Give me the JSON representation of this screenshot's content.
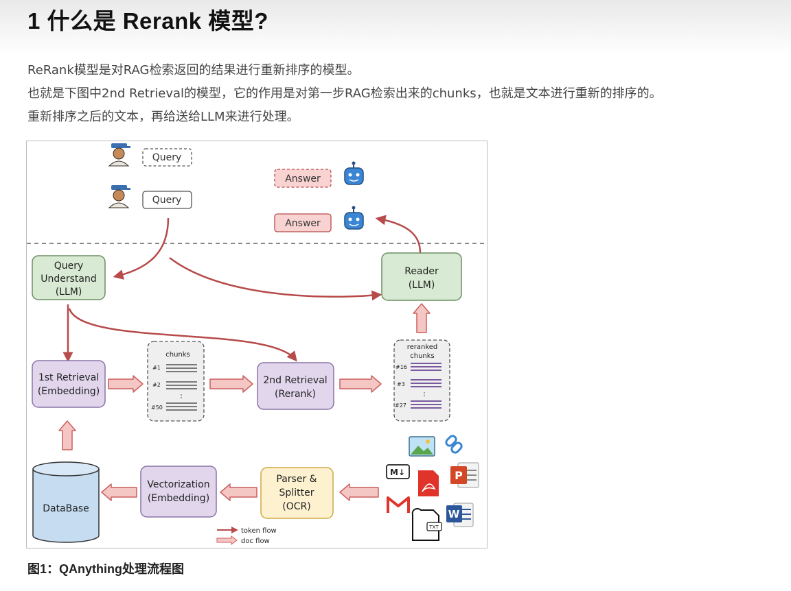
{
  "page": {
    "title": "1 什么是 Rerank 模型?",
    "paragraphs": [
      "ReRank模型是对RAG检索返回的结果进行重新排序的模型。",
      "也就是下图中2nd Retrieval的模型，它的作用是对第一步RAG检索出来的chunks，也就是文本进行重新的排序的。",
      "重新排序之后的文本，再给送给LLM来进行处理。"
    ],
    "caption": "图1：QAnything处理流程图"
  },
  "diagram": {
    "query_label": "Query",
    "answer_label": "Answer",
    "query_understand": [
      "Query",
      "Understand",
      "(LLM)"
    ],
    "reader": [
      "Reader",
      "(LLM)"
    ],
    "first_retrieval": [
      "1st Retrieval",
      "(Embedding)"
    ],
    "second_retrieval": [
      "2nd Retrieval",
      "(Rerank)"
    ],
    "chunks": {
      "title": "chunks",
      "ids": [
        "#1",
        "#2",
        "#50"
      ]
    },
    "reranked": {
      "title": [
        "reranked",
        "chunks"
      ],
      "ids": [
        "#16",
        "#3",
        "#27"
      ]
    },
    "database": "DataBase",
    "vectorization": [
      "Vectorization",
      "(Embedding)"
    ],
    "parser": [
      "Parser &",
      "Splitter",
      "(OCR)"
    ],
    "legend": {
      "token_flow": "token flow",
      "doc_flow": "doc flow"
    },
    "doc_icons": [
      "image-icon",
      "link-icon",
      "markdown-icon",
      "pdf-icon",
      "powerpoint-icon",
      "gmail-icon",
      "txt-file-icon",
      "word-icon"
    ],
    "markdown_text": "M↓",
    "txt_text": "TXT",
    "ppt_letter": "P",
    "word_letter": "W",
    "colors": {
      "token_flow": "#b74a4a",
      "doc_flow_fill": "#f4c7c4",
      "doc_flow_stroke": "#cc5f5f",
      "green_box": "#d8ead3",
      "purple_box": "#e1d6ec",
      "yellow_box": "#fdf1cf",
      "database": "#c5dcf1",
      "answer_box": "#f8d3d1"
    }
  }
}
